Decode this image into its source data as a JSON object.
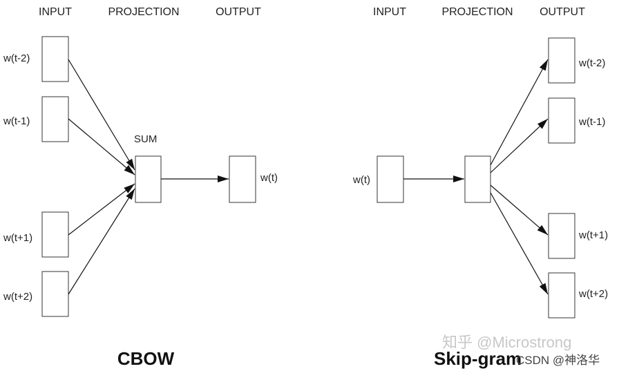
{
  "headers": {
    "input": "INPUT",
    "projection": "PROJECTION",
    "output": "OUTPUT"
  },
  "cbow": {
    "title": "CBOW",
    "inputs": [
      "w(t-2)",
      "w(t-1)",
      "w(t+1)",
      "w(t+2)"
    ],
    "projection_label": "SUM",
    "output": "w(t)"
  },
  "skipgram": {
    "title": "Skip-gram",
    "input": "w(t)",
    "outputs": [
      "w(t-2)",
      "w(t-1)",
      "w(t+1)",
      "w(t+2)"
    ]
  },
  "watermarks": {
    "primary": "知乎 @Microstrong",
    "secondary": "CSDN @神洛华"
  }
}
